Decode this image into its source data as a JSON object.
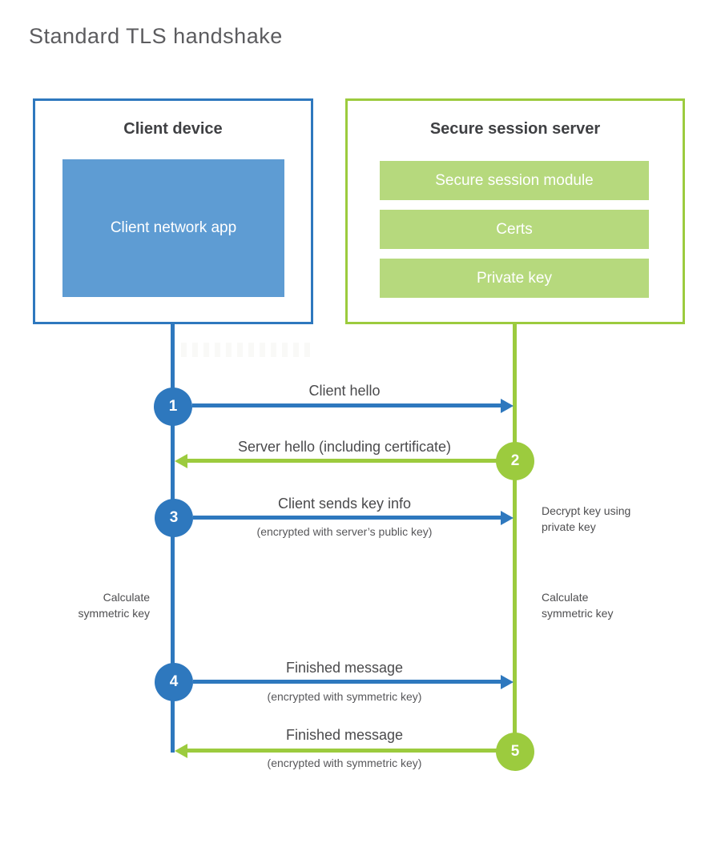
{
  "page_title": "Standard TLS handshake",
  "client": {
    "title": "Client device",
    "app": "Client network app"
  },
  "server": {
    "title": "Secure session server",
    "modules": [
      "Secure session module",
      "Certs",
      "Private key"
    ]
  },
  "steps": [
    {
      "number": "1",
      "label": "Client hello",
      "sublabel": "",
      "direction": "client-to-server"
    },
    {
      "number": "2",
      "label": "Server hello (including certificate)",
      "sublabel": "",
      "direction": "server-to-client"
    },
    {
      "number": "3",
      "label": "Client sends key info",
      "sublabel": "(encrypted with server’s public key)",
      "direction": "client-to-server"
    },
    {
      "number": "4",
      "label": "Finished message",
      "sublabel": "(encrypted with symmetric key)",
      "direction": "client-to-server"
    },
    {
      "number": "5",
      "label": "Finished message",
      "sublabel": "(encrypted with symmetric key)",
      "direction": "server-to-client"
    }
  ],
  "annotations": {
    "decrypt": "Decrypt key using private key",
    "calc_left": "Calculate symmetric key",
    "calc_right": "Calculate symmetric key"
  },
  "colors": {
    "blue": "#2E78BE",
    "blue_fill": "#5E9CD3",
    "green": "#9CCB3E",
    "green_fill": "#B6D97D",
    "title_gray": "#5C5C5F",
    "label_gray": "#4A4A4C"
  }
}
